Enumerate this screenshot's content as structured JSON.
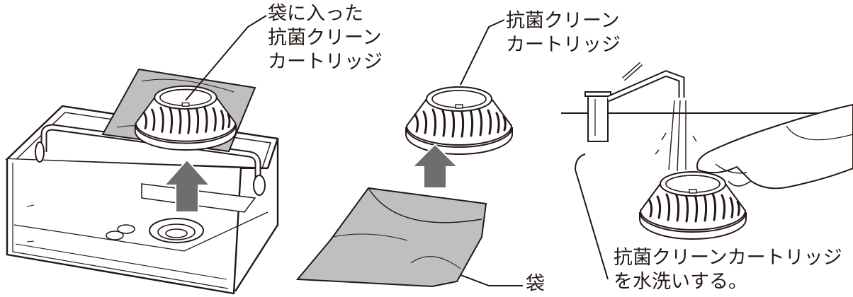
{
  "labels": {
    "cartridge_in_bag": [
      "袋に入った",
      "抗菌クリーン",
      "カートリッジ"
    ],
    "cartridge": [
      "抗菌クリーン",
      "カートリッジ"
    ],
    "bag": "袋",
    "instruction": [
      "抗菌クリーンカートリッジ",
      "を水洗いする。"
    ]
  },
  "colors": {
    "ink": "#231815",
    "bag_fill": "#bfbfbf",
    "arrow_fill": "#6e6e6e",
    "cartridge_fill": "#ffffff"
  }
}
